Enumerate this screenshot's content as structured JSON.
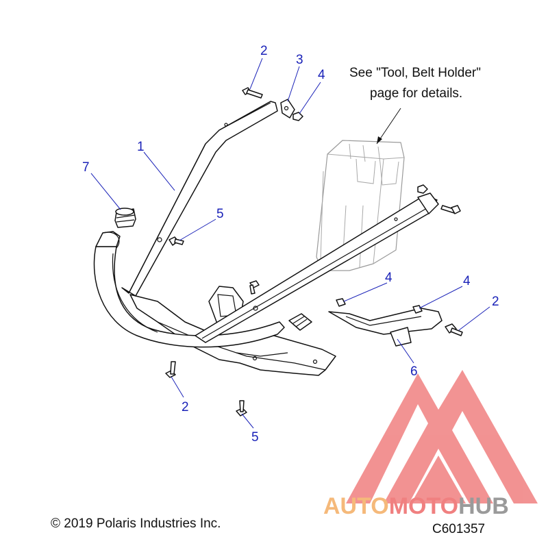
{
  "note": {
    "line1": "See \"Tool, Belt Holder\"",
    "line2": "page for details."
  },
  "callouts": [
    {
      "id": "1",
      "label": "1"
    },
    {
      "id": "2a",
      "label": "2"
    },
    {
      "id": "3",
      "label": "3"
    },
    {
      "id": "4a",
      "label": "4"
    },
    {
      "id": "5a",
      "label": "5"
    },
    {
      "id": "7",
      "label": "7"
    },
    {
      "id": "4b",
      "label": "4"
    },
    {
      "id": "4c",
      "label": "4"
    },
    {
      "id": "2b",
      "label": "2"
    },
    {
      "id": "6",
      "label": "6"
    },
    {
      "id": "2c",
      "label": "2"
    },
    {
      "id": "5b",
      "label": "5"
    }
  ],
  "copyright": "© 2019 Polaris Industries Inc.",
  "part_number": "C601357",
  "watermark": {
    "text_part1": "AUTO",
    "text_part2": "MOTO",
    "text_part3": "HUB",
    "color_red": "#f08080",
    "color_orange": "#f5b97a",
    "color_gray": "#9a9a9a"
  }
}
